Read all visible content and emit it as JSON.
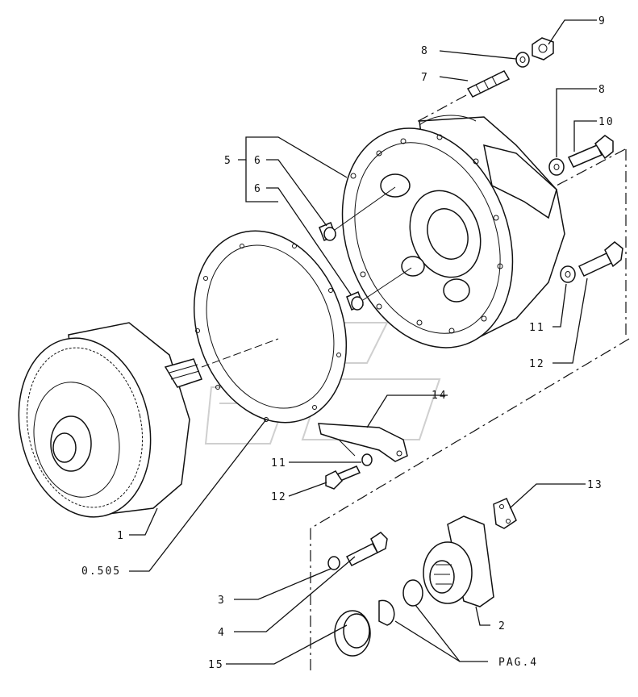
{
  "diagram": {
    "callouts": {
      "c9": "9",
      "c8a": "8",
      "c7": "7",
      "c8b": "8",
      "c10": "10",
      "c5": "5",
      "c6a": "6",
      "c6b": "6",
      "c11a": "11",
      "c12a": "12",
      "c14": "14",
      "c11b": "11",
      "c12b": "12",
      "c13": "13",
      "c1": "1",
      "c0505": "0.505",
      "c3": "3",
      "c4": "4",
      "c2": "2",
      "c15": "15",
      "cpag4": "PAG.4"
    }
  }
}
